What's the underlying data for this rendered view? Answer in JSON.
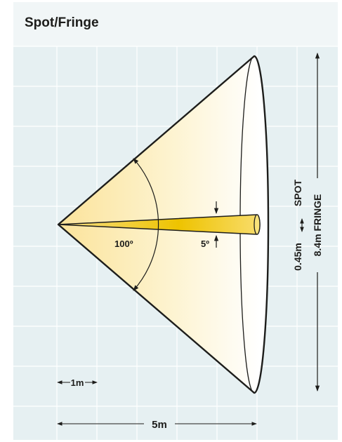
{
  "title": "Spot/Fringe",
  "fringe_angle": "100º",
  "spot_angle": "5º",
  "spot_width_value": "0.45m",
  "spot_label": "SPOT",
  "fringe_width_label": "8.4m FRINGE",
  "grid_unit_label": "1m",
  "distance_label": "5m",
  "colors": {
    "panel_background": "#e6f0f2",
    "header_background": "#f1f6f7",
    "grid_line": "#ffffff",
    "fringe_beam": "#fbe9a6",
    "spot_beam": "#f2c400",
    "outline": "#1d1d1b"
  }
}
